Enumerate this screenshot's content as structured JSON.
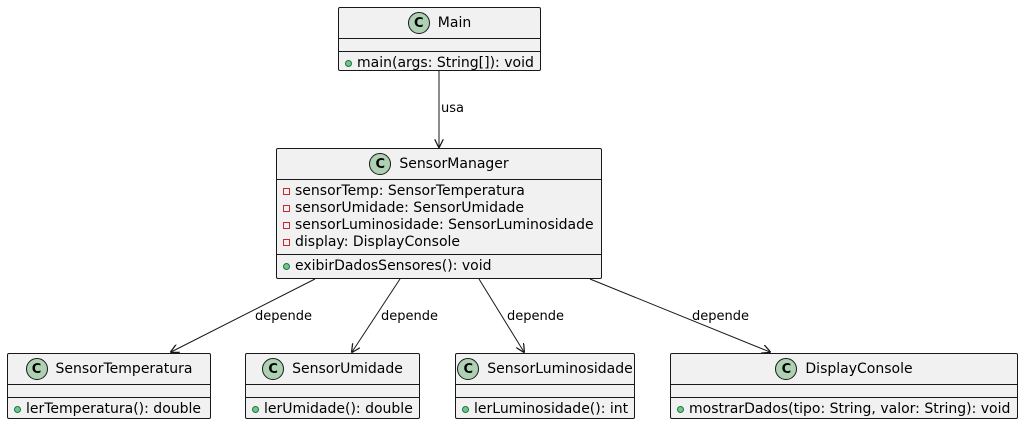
{
  "badge_letter": "C",
  "colors": {
    "class_fill": "#f1f1f1",
    "class_border": "#181818",
    "badge_fill": "#add1b2",
    "public_marker": "#84be84",
    "private_marker": "#c82930",
    "edge": "#181818"
  },
  "classes": {
    "main": {
      "name": "Main",
      "fields": [],
      "methods": [
        {
          "visibility": "public",
          "text": "main(args: String[]): void"
        }
      ]
    },
    "sensor_manager": {
      "name": "SensorManager",
      "fields": [
        {
          "visibility": "private",
          "text": "sensorTemp: SensorTemperatura"
        },
        {
          "visibility": "private",
          "text": "sensorUmidade: SensorUmidade"
        },
        {
          "visibility": "private",
          "text": "sensorLuminosidade: SensorLuminosidade"
        },
        {
          "visibility": "private",
          "text": "display: DisplayConsole"
        }
      ],
      "methods": [
        {
          "visibility": "public",
          "text": "exibirDadosSensores(): void"
        }
      ]
    },
    "sensor_temperatura": {
      "name": "SensorTemperatura",
      "fields": [],
      "methods": [
        {
          "visibility": "public",
          "text": "lerTemperatura(): double"
        }
      ]
    },
    "sensor_umidade": {
      "name": "SensorUmidade",
      "fields": [],
      "methods": [
        {
          "visibility": "public",
          "text": "lerUmidade(): double"
        }
      ]
    },
    "sensor_luminosidade": {
      "name": "SensorLuminosidade",
      "fields": [],
      "methods": [
        {
          "visibility": "public",
          "text": "lerLuminosidade(): int"
        }
      ]
    },
    "display_console": {
      "name": "DisplayConsole",
      "fields": [],
      "methods": [
        {
          "visibility": "public",
          "text": "mostrarDados(tipo: String, valor: String): void"
        }
      ]
    }
  },
  "relations": [
    {
      "from": "main",
      "to": "sensor_manager",
      "label": "usa"
    },
    {
      "from": "sensor_manager",
      "to": "sensor_temperatura",
      "label": "depende"
    },
    {
      "from": "sensor_manager",
      "to": "sensor_umidade",
      "label": "depende"
    },
    {
      "from": "sensor_manager",
      "to": "sensor_luminosidade",
      "label": "depende"
    },
    {
      "from": "sensor_manager",
      "to": "display_console",
      "label": "depende"
    }
  ]
}
